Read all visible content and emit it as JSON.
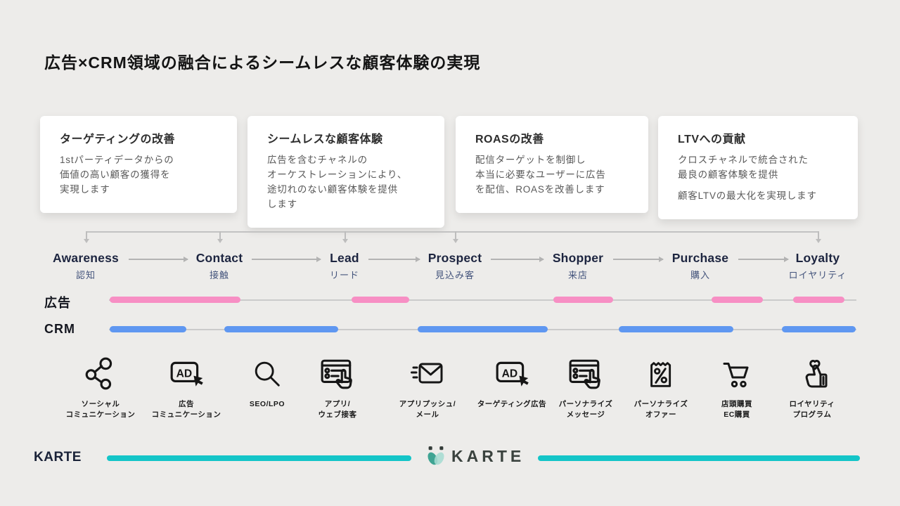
{
  "title": "広告×CRM領域の融合によるシームレスな顧客体験の実現",
  "cards": [
    {
      "heading": "ターゲティングの改善",
      "body": "1stパーティデータからの\n価値の高い顧客の獲得を\n実現します",
      "body2": ""
    },
    {
      "heading": "シームレスな顧客体験",
      "body": "広告を含むチャネルの\nオーケストレーションにより、\n途切れのない顧客体験を提供\nします",
      "body2": ""
    },
    {
      "heading": "ROASの改善",
      "body": "配信ターゲットを制御し\n本当に必要なユーザーに広告\nを配信、ROASを改善します",
      "body2": ""
    },
    {
      "heading": "LTVへの貢献",
      "body": "クロスチャネルで統合された\n最良の顧客体験を提供",
      "body2": "顧客LTVの最大化を実現します"
    }
  ],
  "stages": [
    {
      "en": "Awareness",
      "ja": "認知"
    },
    {
      "en": "Contact",
      "ja": "接触"
    },
    {
      "en": "Lead",
      "ja": "リード"
    },
    {
      "en": "Prospect",
      "ja": "見込み客"
    },
    {
      "en": "Shopper",
      "ja": "来店"
    },
    {
      "en": "Purchase",
      "ja": "購入"
    },
    {
      "en": "Loyalty",
      "ja": "ロイヤリティ"
    }
  ],
  "tracks": {
    "ad": {
      "label": "広告",
      "color": "#f78fc4",
      "segments": [
        [
          156,
          342
        ],
        [
          500,
          582
        ],
        [
          787,
          872
        ],
        [
          1012,
          1085
        ],
        [
          1128,
          1201
        ]
      ]
    },
    "crm": {
      "label": "CRM",
      "color": "#5f97f1",
      "segments": [
        [
          156,
          265
        ],
        [
          319,
          481
        ],
        [
          594,
          779
        ],
        [
          880,
          1043
        ],
        [
          1112,
          1217
        ]
      ]
    }
  },
  "channels": [
    {
      "icon": "share-icon",
      "label": "ソーシャル\nコミュニケーション"
    },
    {
      "icon": "ad-click-icon",
      "label": "広告\nコミュニケーション"
    },
    {
      "icon": "search-icon",
      "label": "SEO/LPO"
    },
    {
      "icon": "web-engagement-icon",
      "label": "アプリ/\nウェブ接客"
    },
    {
      "icon": "push-mail-icon",
      "label": "アプリプッシュ/\nメール"
    },
    {
      "icon": "targeting-ad-icon",
      "label": "ターゲティング広告"
    },
    {
      "icon": "personalize-message-icon",
      "label": "パーソナライズ\nメッセージ"
    },
    {
      "icon": "personalize-offer-icon",
      "label": "パーソナライズ\nオファー"
    },
    {
      "icon": "cart-icon",
      "label": "店頭購買\nEC購買"
    },
    {
      "icon": "loyalty-program-icon",
      "label": "ロイヤリティ\nプログラム"
    }
  ],
  "icon_texts": {
    "ad": "AD",
    "percent": "%"
  },
  "footer": {
    "page_label": "KARTE",
    "logo_text": "KARTE",
    "accent_color": "#14c5c8"
  }
}
